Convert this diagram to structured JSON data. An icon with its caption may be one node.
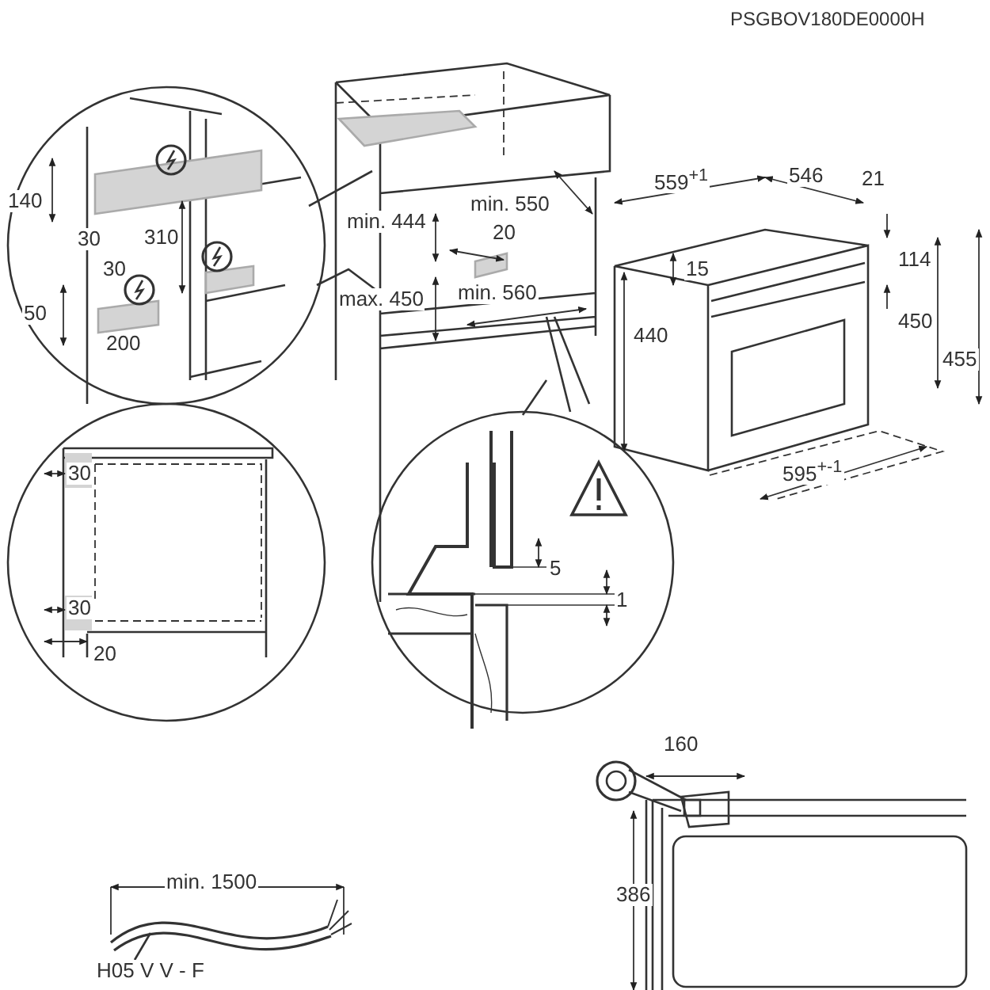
{
  "diagram": {
    "nodes": [
      {
        "text": [
          "H05 V V - F"
        ]
      },
      {
        "text": [],
        "shape": "picture"
      }
    ],
    "edges": [
      {
        "from": 0,
        "to": 1,
        "arrow": "none"
      }
    ],
    "labels": [
      "PSGBOV180DE0000H",
      "559$^{+1}$",
      "546",
      "21",
      "140",
      "min. 550",
      "min. 444",
      "30",
      "310",
      "20",
      "114",
      "15",
      "30",
      "min. 560",
      "max. 450",
      "450",
      "50",
      "440",
      "200",
      "455",
      "595$^{+-1}$",
      "30",
      "5",
      "1",
      "30",
      "20",
      "160",
      "min. 1500",
      "386"
    ]
  }
}
